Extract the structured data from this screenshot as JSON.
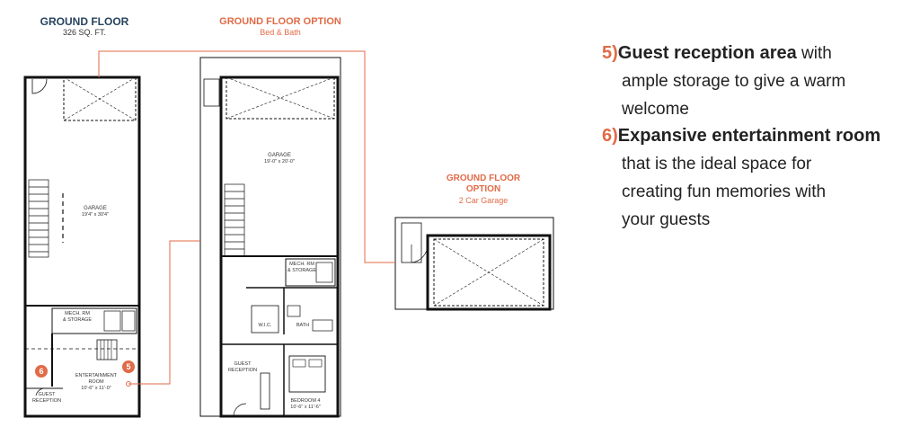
{
  "plans": {
    "main": {
      "title": "GROUND FLOOR",
      "area": "326 SQ. FT.",
      "rooms": {
        "garage": "GARAGE",
        "garage_dim": "19'4\" x 30'4\"",
        "mech": "MECH. RM",
        "storage": "& STORAGE",
        "entertainment": "ENTERTAINMENT",
        "entertainment_room": "ROOM",
        "entertainment_dim": "10'-6\" x 11'-0\"",
        "guest": "GUEST",
        "reception": "RECEPTION"
      },
      "markers": [
        "6",
        "5"
      ]
    },
    "bed_bath": {
      "title": "GROUND FLOOR OPTION",
      "subtitle": "Bed & Bath",
      "rooms": {
        "garage": "GARAGE",
        "garage_dim": "19'-0\" x 20'-0\"",
        "mech": "MECH. RM",
        "storage": "& STORAGE",
        "wic": "W.I.C.",
        "bath": "BATH",
        "guest": "GUEST",
        "reception": "RECEPTION",
        "bedroom": "BEDROOM 4",
        "bedroom_dim": "10'-6\" x 11'-6\""
      }
    },
    "two_car": {
      "title_line1": "GROUND FLOOR",
      "title_line2": "OPTION",
      "subtitle": "2 Car Garage"
    }
  },
  "features": [
    {
      "number": "5)",
      "title": "Guest reception area",
      "rest_first": " with",
      "lines": [
        "ample storage to give a warm",
        "welcome"
      ]
    },
    {
      "number": "6)",
      "title": "Expansive entertainment room",
      "rest_first": "",
      "lines": [
        "that is the ideal space for",
        "creating fun memories with",
        "your guests"
      ]
    }
  ],
  "colors": {
    "accent": "#e06b47",
    "navy": "#27435f",
    "wall": "#111111"
  }
}
